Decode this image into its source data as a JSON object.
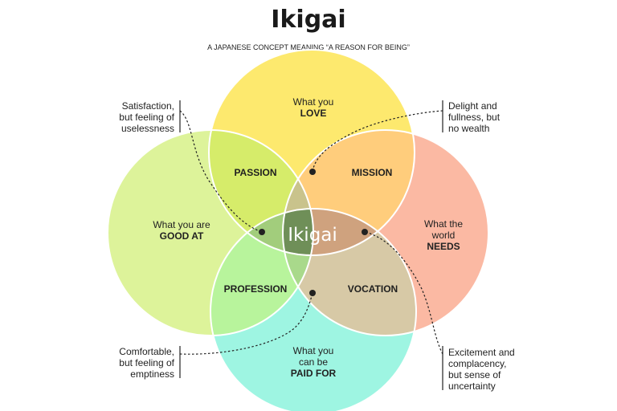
{
  "title": "Ikigai",
  "subtitle": "A JAPANESE CONCEPT MEANING “A REASON FOR BEING”",
  "circles": {
    "love": {
      "line1": "What you",
      "line2": "LOVE",
      "color": "#fde96e"
    },
    "good_at": {
      "line1": "What you are",
      "line2": "GOOD AT",
      "color": "#ddf39a"
    },
    "needs": {
      "line1": "What the",
      "line2": "world",
      "line3": "NEEDS",
      "color": "#fbb9a3"
    },
    "paid_for": {
      "line1": "What you",
      "line2": "can be",
      "line3": "PAID FOR",
      "color": "#9ef5e2"
    }
  },
  "overlaps": {
    "passion": "PASSION",
    "mission": "MISSION",
    "profession": "PROFESSION",
    "vocation": "VOCATION",
    "center": "Ikigai",
    "colors": {
      "passion": "#d6ec6a",
      "mission": "#ffcd7c",
      "profession": "#b8f49c",
      "vocation": "#d7c9a6",
      "top_lens": "#c9c38c",
      "left_lens": "#a2cd7c",
      "right_lens": "#cfa27e",
      "bottom_lens": "#a9d98b",
      "center": "#6f8f58"
    }
  },
  "annotations": {
    "top_left": [
      "Satisfaction,",
      "but feeling of",
      "uselessness"
    ],
    "top_right": [
      "Delight and",
      "fullness, but",
      "no wealth"
    ],
    "bottom_left": [
      "Comfortable,",
      "but feeling of",
      "emptiness"
    ],
    "bottom_right": [
      "Excitement and",
      "complacency,",
      "but sense of",
      "uncertainty"
    ]
  }
}
